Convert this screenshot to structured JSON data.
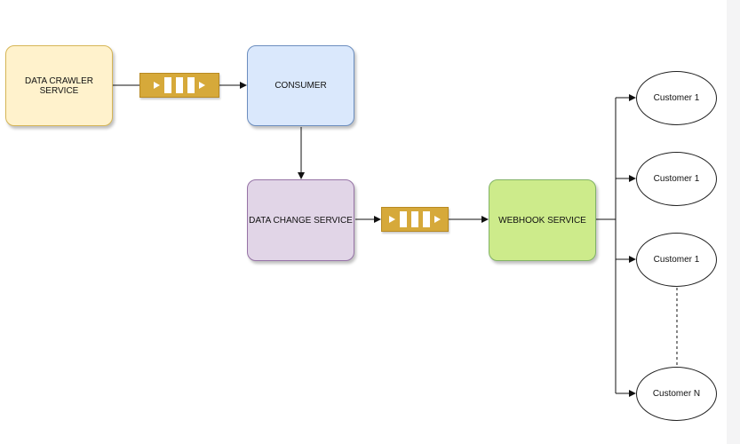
{
  "nodes": {
    "data_crawler": {
      "label": "DATA CRAWLER SERVICE",
      "fill": "#fff2cc",
      "stroke": "#d6b656"
    },
    "consumer": {
      "label": "CONSUMER",
      "fill": "#dae8fc",
      "stroke": "#6c8ebf"
    },
    "data_change": {
      "label": "DATA CHANGE SERVICE",
      "fill": "#e1d5e7",
      "stroke": "#9673a6"
    },
    "webhook": {
      "label": "WEBHOOK SERVICE",
      "fill": "#cdeb8b",
      "stroke": "#82b366"
    }
  },
  "customers": [
    {
      "label": "Customer 1"
    },
    {
      "label": "Customer 1"
    },
    {
      "label": "Customer 1"
    },
    {
      "label": "Customer N"
    }
  ],
  "queue_color": "#d6a93a"
}
